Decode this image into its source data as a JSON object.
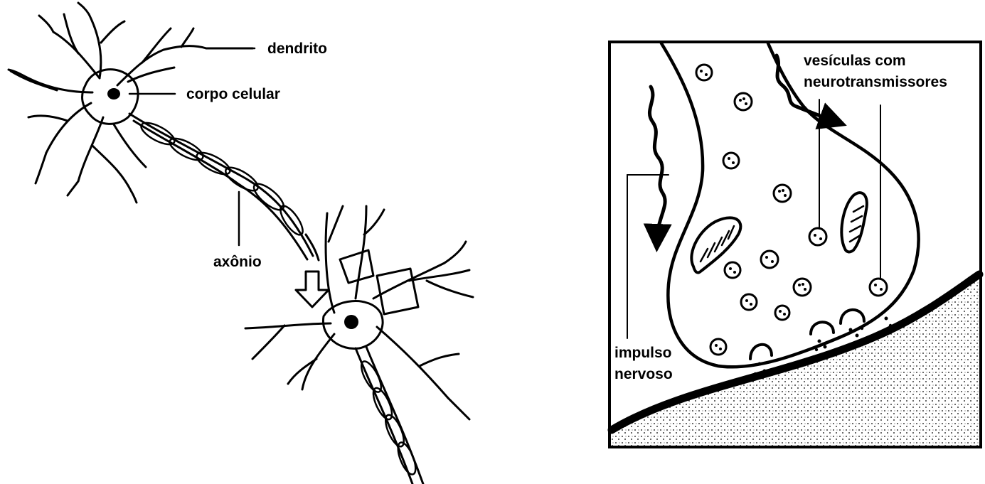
{
  "neuron_diagram": {
    "labels": {
      "dendrite": "dendrito",
      "cell_body": "corpo celular",
      "axon": "axônio"
    }
  },
  "synapse_diagram": {
    "labels": {
      "vesicles_line1": "vesículas com",
      "vesicles_line2": "neurotransmissores",
      "impulse_line1": "impulso",
      "impulse_line2": "nervoso"
    }
  },
  "colors": {
    "ink": "#000000",
    "background": "#ffffff"
  }
}
